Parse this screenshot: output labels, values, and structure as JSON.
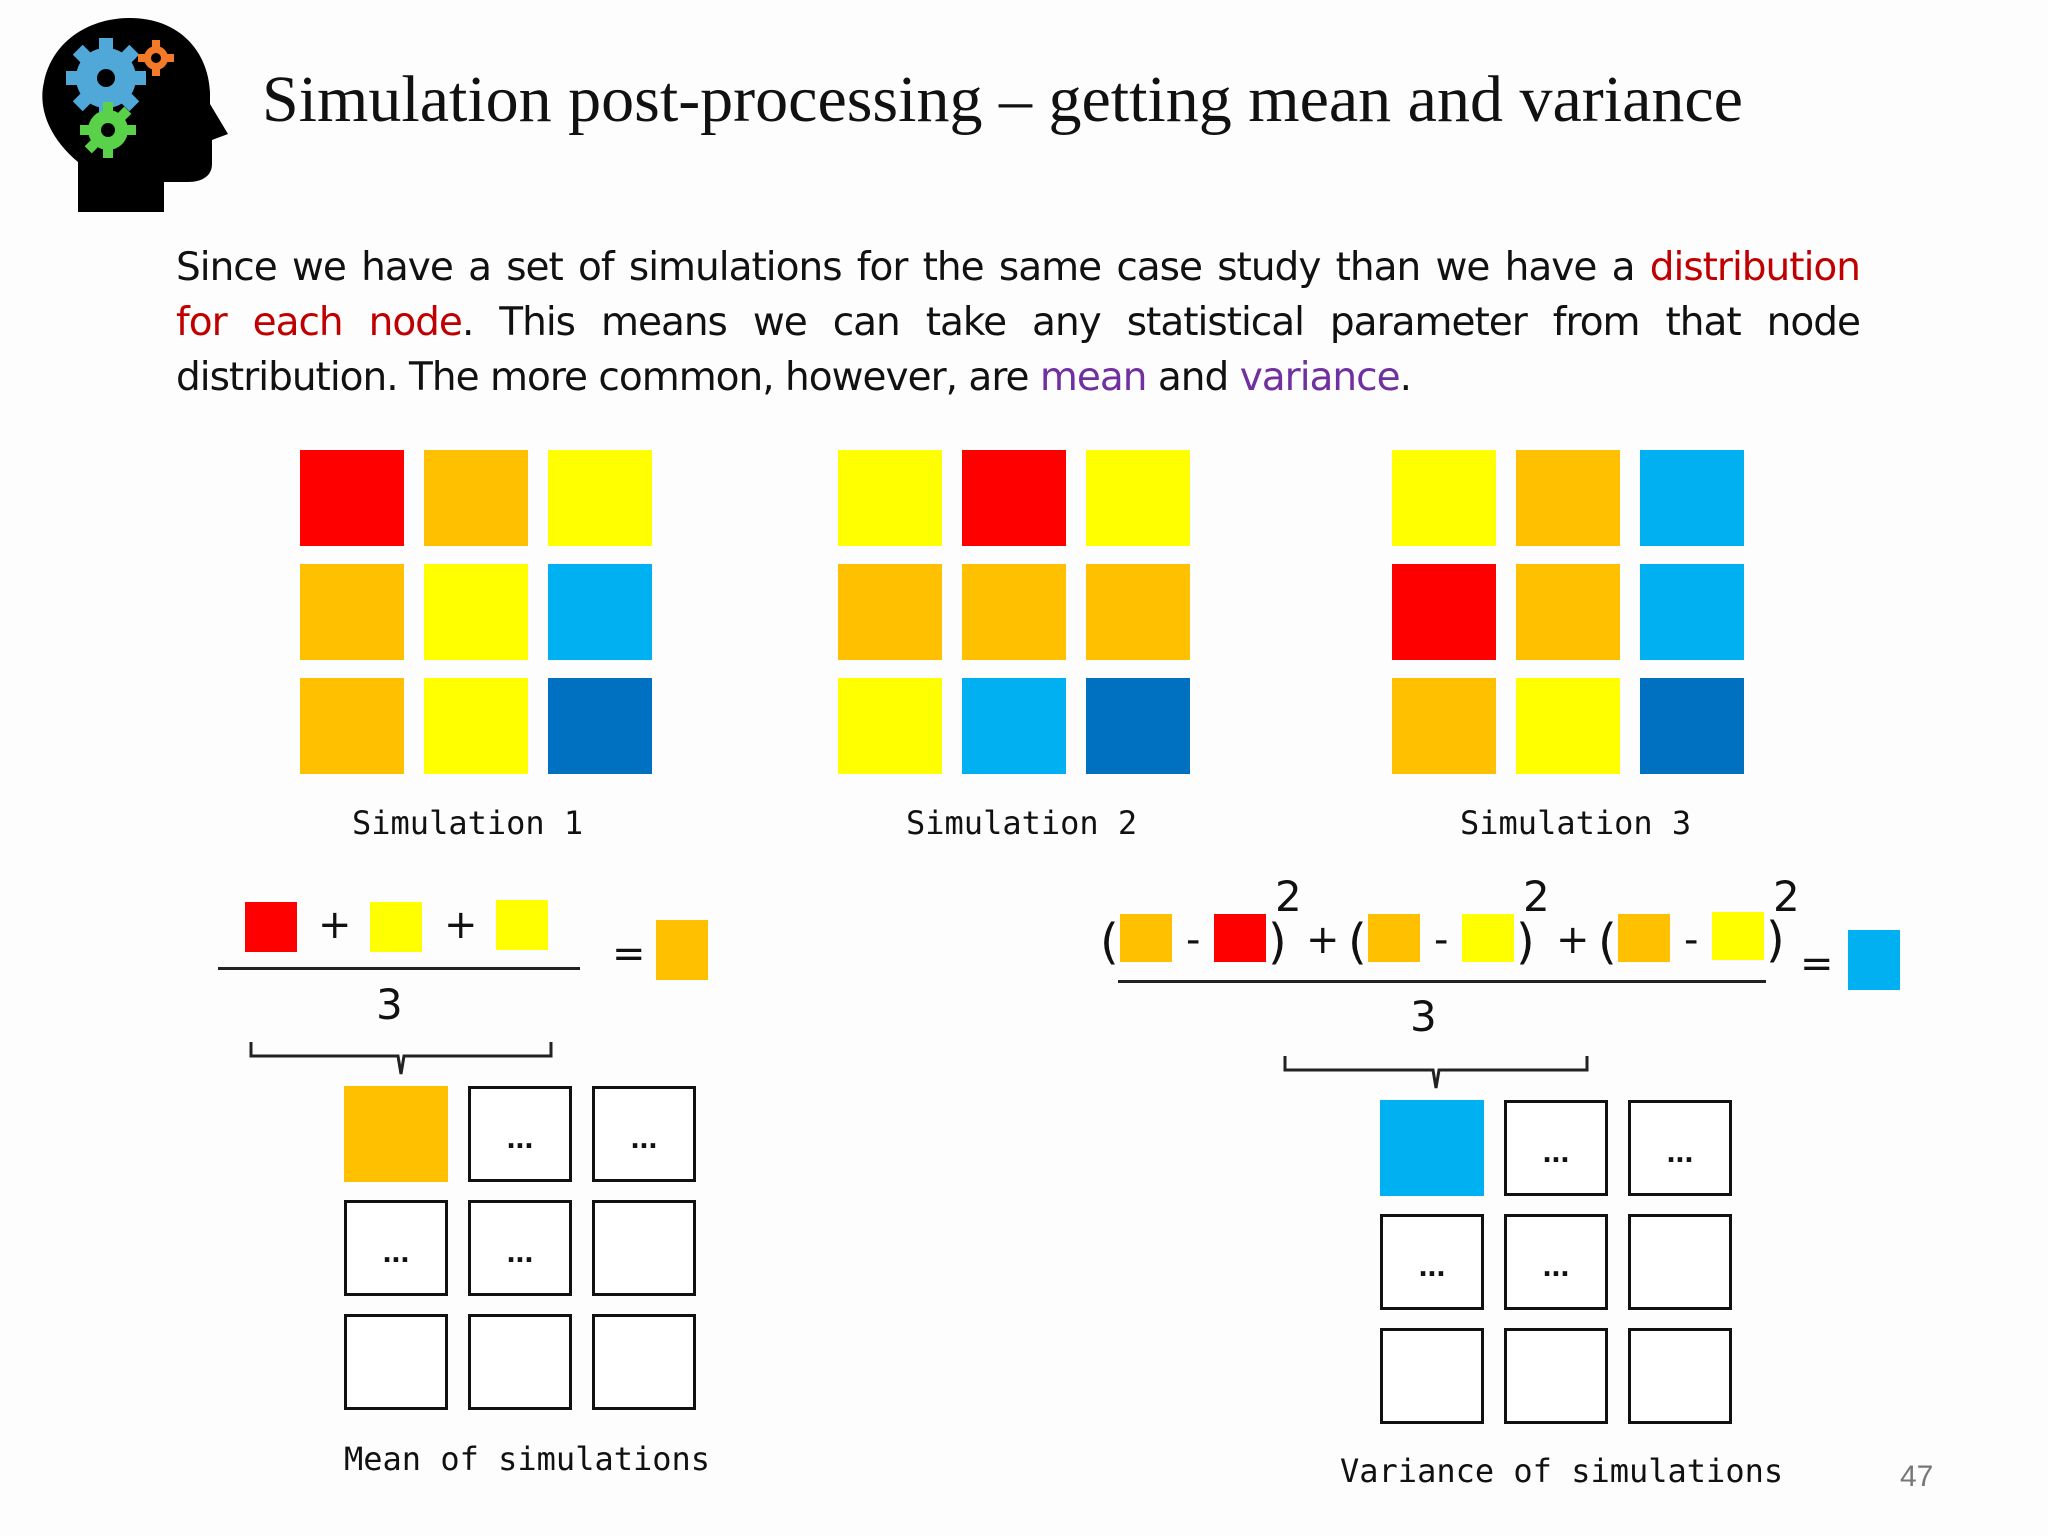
{
  "title": "Simulation post-processing – getting mean and variance",
  "paragraph": {
    "t1": "Since we have a set of simulations for the same case study than we have a ",
    "h1": "distribution for each node",
    "t2": ". This means we can take any statistical parameter from that node distribution. The more common, however, are ",
    "h2": "mean",
    "t3": " and ",
    "h3": "variance",
    "t4": "."
  },
  "colors": {
    "red": "#ff0000",
    "orange": "#ffc000",
    "yellow": "#ffff00",
    "light_blue": "#00b0f0",
    "dark_blue": "#0070c0"
  },
  "grids": [
    {
      "label": "Simulation 1",
      "cells": [
        "red",
        "orange",
        "yellow",
        "orange",
        "yellow",
        "light_blue",
        "orange",
        "yellow",
        "dark_blue"
      ]
    },
    {
      "label": "Simulation 2",
      "cells": [
        "yellow",
        "red",
        "yellow",
        "orange",
        "orange",
        "orange",
        "yellow",
        "light_blue",
        "dark_blue"
      ]
    },
    {
      "label": "Simulation 3",
      "cells": [
        "yellow",
        "orange",
        "light_blue",
        "red",
        "orange",
        "light_blue",
        "orange",
        "yellow",
        "dark_blue"
      ]
    }
  ],
  "mean_formula": {
    "terms": [
      "red",
      "yellow",
      "yellow"
    ],
    "plus": "+",
    "equals": "=",
    "denominator": "3",
    "result": "orange"
  },
  "variance_formula": {
    "pairs": [
      [
        "orange",
        "red"
      ],
      [
        "orange",
        "yellow"
      ],
      [
        "orange",
        "yellow"
      ]
    ],
    "open": "(",
    "close": ")",
    "minus": "-",
    "exponent": "2",
    "plus": "+",
    "equals": "=",
    "denominator": "3",
    "result": "light_blue"
  },
  "mean_grid": {
    "label": "Mean of simulations",
    "cells": [
      "orange",
      "...",
      "...",
      "...",
      "...",
      "",
      "",
      "",
      ""
    ]
  },
  "variance_grid": {
    "label": "Variance of simulations",
    "cells": [
      "light_blue",
      "...",
      "...",
      "...",
      "...",
      "",
      "",
      "",
      ""
    ]
  },
  "page_number": "47",
  "logo": "head-with-gears-icon"
}
